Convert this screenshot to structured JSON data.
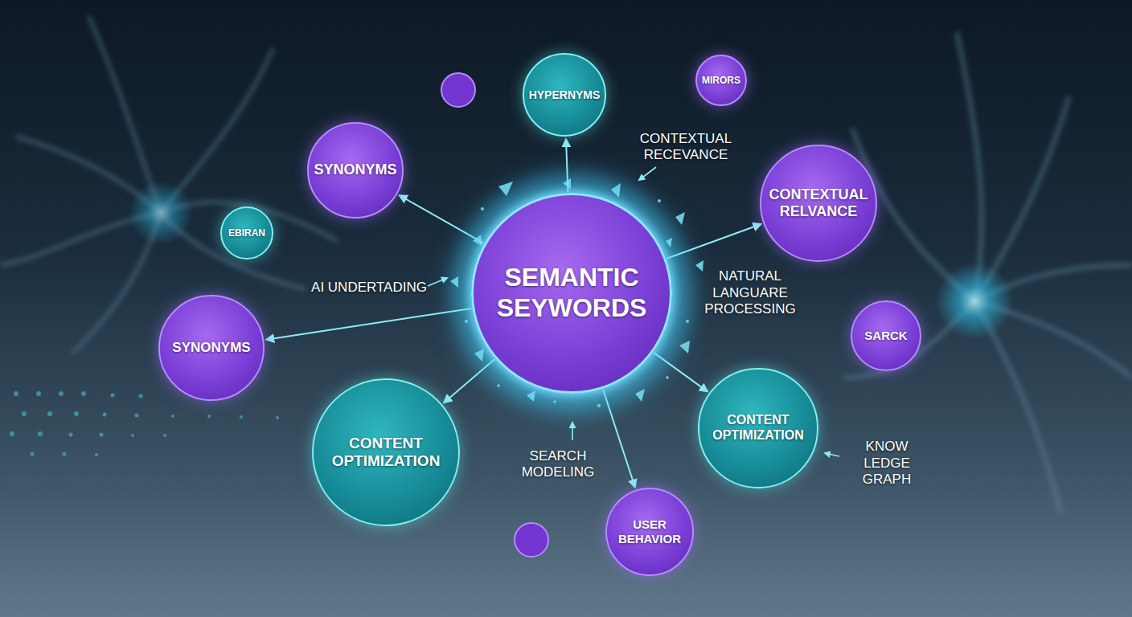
{
  "diagram": {
    "nodes": [
      {
        "text": [
          "HYPERNYMS"
        ]
      },
      {
        "text": [
          "MIRORS"
        ]
      },
      {
        "text": [
          "SYNONYMS"
        ]
      },
      {
        "text": [
          "CONTEXTUAL RELVANCE"
        ]
      },
      {
        "text": [
          "EBIRAN"
        ]
      },
      {
        "text": [
          "SEMANTIC SEYWORDS"
        ]
      },
      {
        "text": [
          "SARCK"
        ]
      },
      {
        "text": [
          "SYNONYMS"
        ]
      },
      {
        "text": [
          "CONTENT OPTIMIZATION"
        ]
      },
      {
        "text": [
          "CONTENT OPTIMIZATION"
        ]
      },
      {
        "text": [
          "USER BEHAVIOR"
        ]
      }
    ],
    "edges": [
      {
        "from": 5,
        "to": 0,
        "arrow": "to"
      },
      {
        "from": 5,
        "to": 2,
        "arrow": "to"
      },
      {
        "from": 5,
        "to": 3,
        "arrow": "to"
      },
      {
        "from": 5,
        "to": 7,
        "arrow": "to"
      },
      {
        "from": 5,
        "to": 8,
        "arrow": "to"
      },
      {
        "from": 5,
        "to": 9,
        "arrow": "to"
      },
      {
        "from": 5,
        "to": 10,
        "arrow": "to"
      }
    ],
    "labels": [
      "CONTEXTUAL RECEVANCE",
      "AI UNDERTADING",
      "NATURAL LANGUARE PROCESSING",
      "SEARCH MODELING",
      "KNOW LEDGE GRAPH"
    ]
  }
}
